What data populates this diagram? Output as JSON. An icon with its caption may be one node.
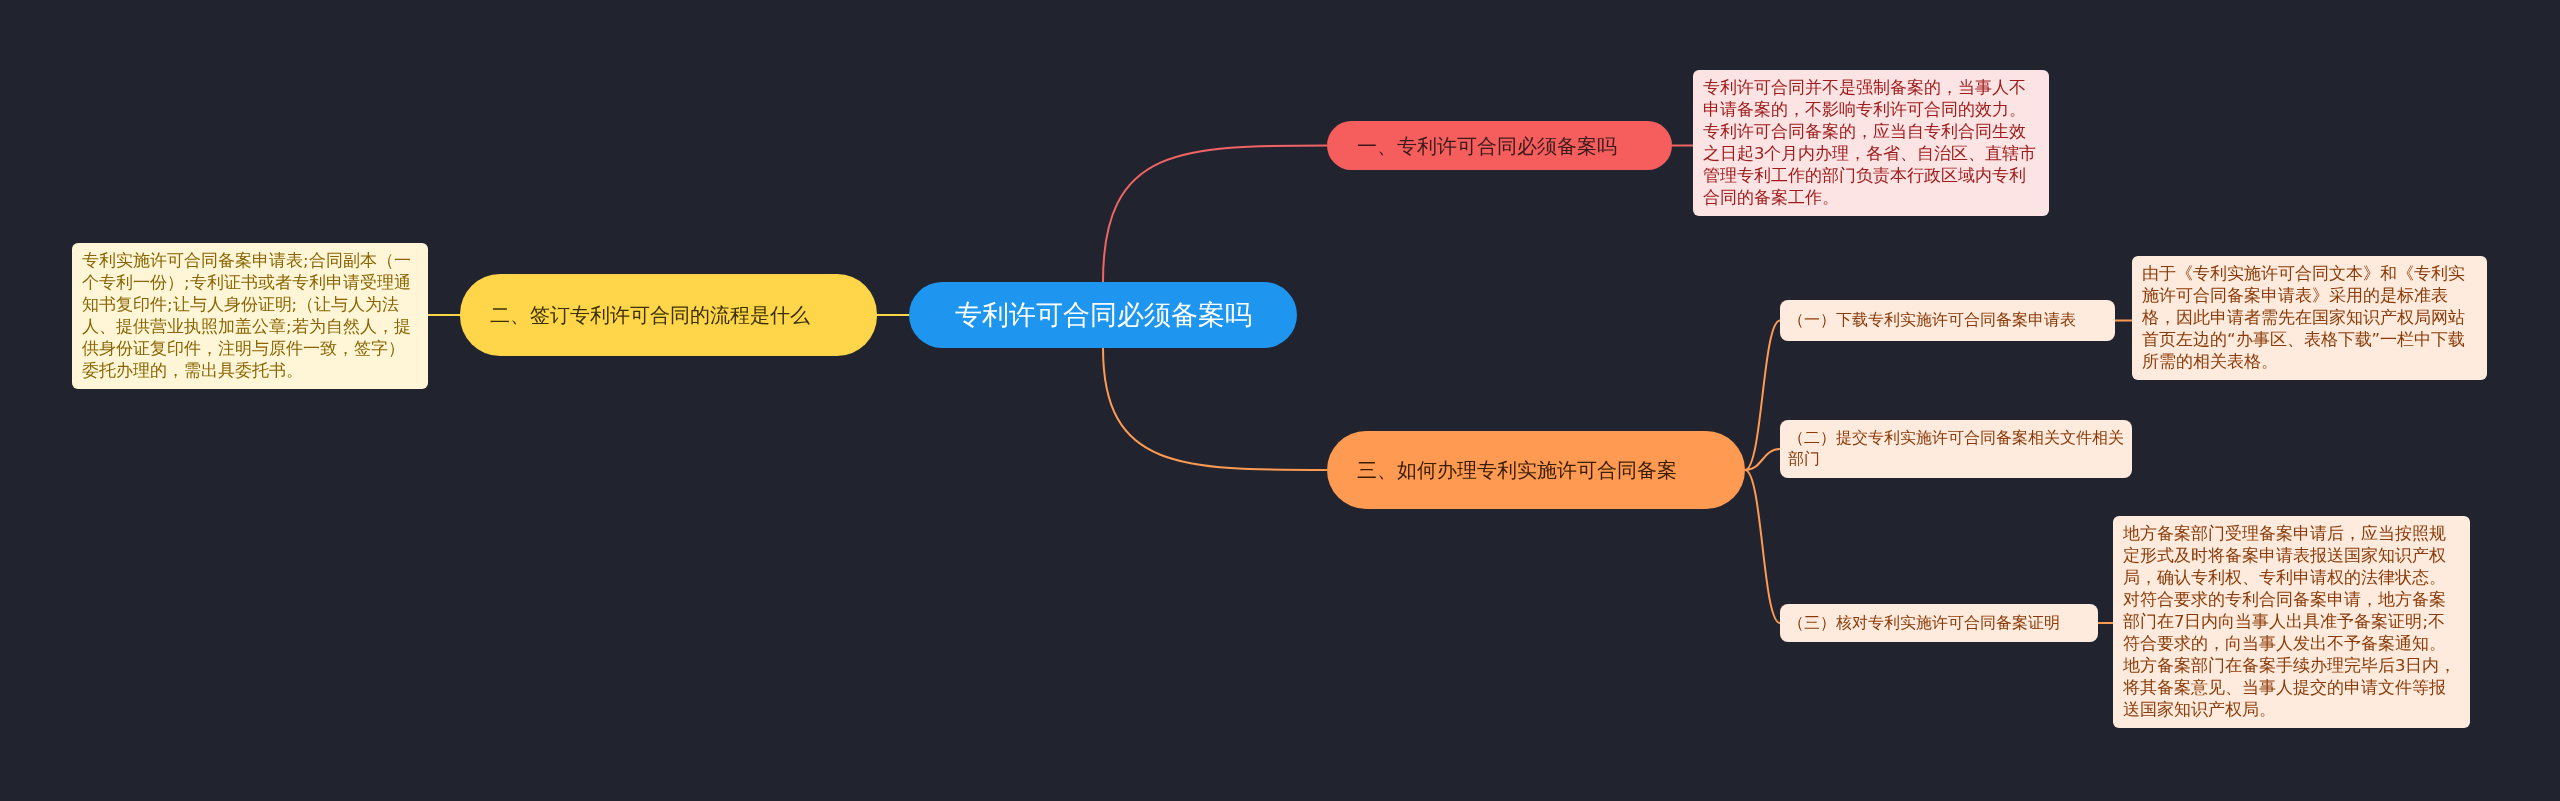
{
  "diagram": {
    "nodes": [
      {
        "text": [
          "专利许可合同必须备案吗"
        ]
      },
      {
        "text": [
          "一、专利许可合同必须备案吗"
        ]
      },
      {
        "text": [
          "专利许可合同并不是强制备案的，当事人不申请备案的，不影响专利许可合同的效力。专利许可合同备案的，应当自专利合同生效之日起3个月内办理，各省、自治区、直辖市管理专利工作的部门负责本行政区域内专利合同的备案工作。"
        ]
      },
      {
        "text": [
          "二、签订专利许可合同的流程是什么"
        ]
      },
      {
        "text": [
          "专利实施许可合同备案申请表;合同副本（一个专利一份）;专利证书或者专利申请受理通知书复印件;让与人身份证明;（让与人为法人、提供营业执照加盖公章;若为自然人，提供身份证复印件，注明与原件一致，签字）委托办理的，需出具委托书。"
        ]
      },
      {
        "text": [
          "三、如何办理专利实施许可合同备案"
        ]
      },
      {
        "text": [
          "（一）下载专利实施许可合同备案申请表"
        ]
      },
      {
        "text": [
          "由于《专利实施许可合同文本》和《专利实施许可合同备案申请表》采用的是标准表格，因此申请者需先在国家知识产权局网站首页左边的“办事区、表格下载”一栏中下载所需的相关表格。"
        ]
      },
      {
        "text": [
          "（二）提交专利实施许可合同备案相关文件相关部门"
        ]
      },
      {
        "text": [
          "（三）核对专利实施许可合同备案证明"
        ]
      },
      {
        "text": [
          "地方备案部门受理备案申请后，应当按照规定形式及时将备案申请表报送国家知识产权局，确认专利权、专利申请权的法律状态。对符合要求的专利合同备案申请，地方备案部门在7日内向当事人出具准予备案证明;不符合要求的，向当事人发出不予备案通知。地方备案部门在备案手续办理完毕后3日内，将其备案意见、当事人提交的申请文件等报送国家知识产权局。"
        ]
      }
    ],
    "edges": [
      {
        "from": 0,
        "to": 1,
        "arrow": "none",
        "color": "#f06464"
      },
      {
        "from": 1,
        "to": 2,
        "arrow": "none",
        "color": "#f06464"
      },
      {
        "from": 0,
        "to": 3,
        "arrow": "none",
        "color": "#ffd54a"
      },
      {
        "from": 3,
        "to": 4,
        "arrow": "none",
        "color": "#ffd54a"
      },
      {
        "from": 0,
        "to": 5,
        "arrow": "none"
      },
      {
        "from": 5,
        "to": 6,
        "arrow": "none"
      },
      {
        "from": 6,
        "to": 7,
        "arrow": "none"
      },
      {
        "from": 5,
        "to": 8,
        "arrow": "none"
      },
      {
        "from": 5,
        "to": 9,
        "arrow": "none"
      },
      {
        "from": 9,
        "to": 10,
        "arrow": "none"
      }
    ]
  }
}
